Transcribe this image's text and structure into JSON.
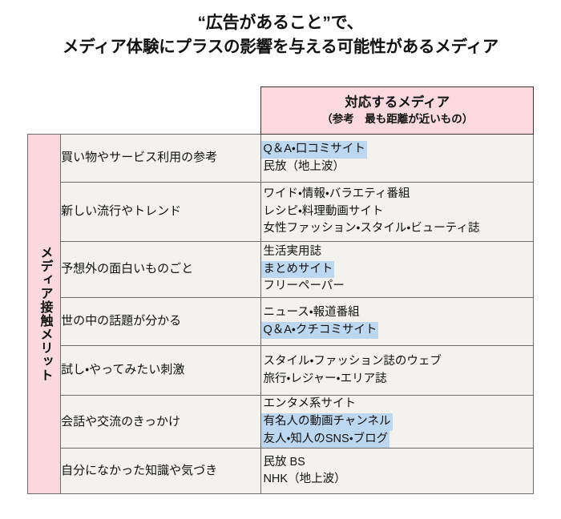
{
  "title": {
    "line1": "“広告があること”で、",
    "line2": "メディア体験にプラスの影響を与える可能性があるメディア"
  },
  "table": {
    "axis_label": "メディア接触メリット",
    "header": {
      "title": "対応するメディア",
      "sub": "（参考　最も距離が近いもの）"
    },
    "rows": [
      {
        "merit": "買い物やサービス利用の参考",
        "media": [
          {
            "text": "Q＆A・口コミサイト",
            "highlight": true
          },
          {
            "text": "民放（地上波）",
            "highlight": false
          }
        ]
      },
      {
        "merit": "新しい流行やトレンド",
        "media": [
          {
            "text": "ワイド・情報・バラエティ番組",
            "highlight": false
          },
          {
            "text": "レシピ・料理動画サイト",
            "highlight": false
          },
          {
            "text": "女性ファッション・スタイル・ビューティ誌",
            "highlight": false
          }
        ]
      },
      {
        "merit": "予想外の面白いものごと",
        "media": [
          {
            "text": "生活実用誌",
            "highlight": false
          },
          {
            "text": "まとめサイト",
            "highlight": true
          },
          {
            "text": "フリーペーパー",
            "highlight": false
          }
        ]
      },
      {
        "merit": "世の中の話題が分かる",
        "media": [
          {
            "text": "ニュース・報道番組",
            "highlight": false
          },
          {
            "text": "Q＆A・クチコミサイト",
            "highlight": true
          }
        ]
      },
      {
        "merit": "試し・やってみたい刺激",
        "media": [
          {
            "text": "スタイル・ファッション誌のウェブ",
            "highlight": false
          },
          {
            "text": "旅行・レジャー・エリア誌",
            "highlight": false
          }
        ]
      },
      {
        "merit": "会話や交流のきっかけ",
        "media": [
          {
            "text": "エンタメ系サイト",
            "highlight": false
          },
          {
            "text": "有名人の動画チャンネル",
            "highlight": true
          },
          {
            "text": "友人・知人のSNS・ブログ",
            "highlight": true
          }
        ]
      },
      {
        "merit": "自分になかった知識や気づき",
        "media": [
          {
            "text": "民放 BS",
            "highlight": false
          },
          {
            "text": "NHK（地上波）",
            "highlight": false
          }
        ]
      }
    ]
  },
  "colors": {
    "header_pink": "#fadade",
    "axis_pink": "#f9d9dd",
    "cell_bg": "#f4f2ef",
    "highlight_blue": "#bdd7ee",
    "border": "#6e6a68"
  }
}
